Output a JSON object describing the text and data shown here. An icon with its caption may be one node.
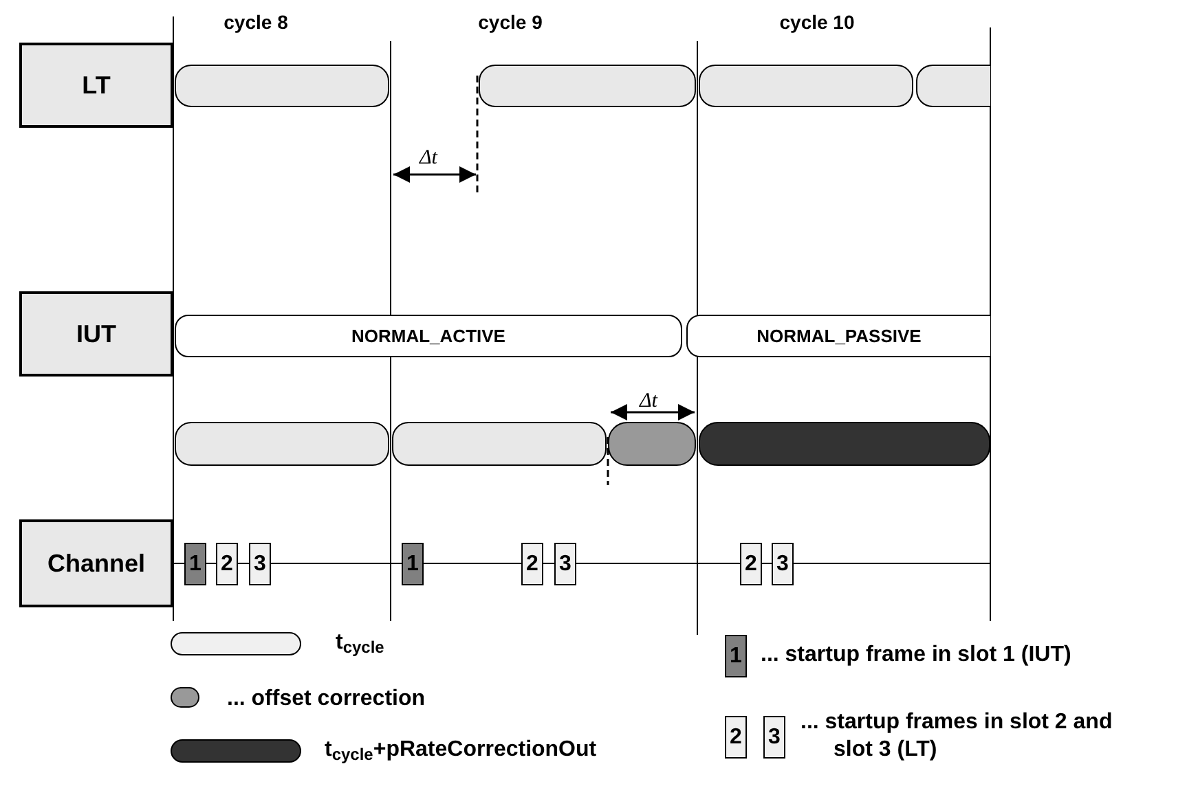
{
  "diagram": {
    "nodes": [
      {
        "text": [
          "LT"
        ]
      },
      {
        "text": [
          "IUT"
        ]
      },
      {
        "text": [
          "Channel"
        ]
      },
      {
        "text": [],
        "shape": "bar"
      },
      {
        "text": [],
        "shape": "bar"
      },
      {
        "text": [],
        "shape": "bar"
      },
      {
        "text": [],
        "shape": "bar"
      },
      {
        "text": [
          "NORMAL_ACTIVE"
        ]
      },
      {
        "text": [
          "NORMAL_PASSIVE"
        ]
      },
      {
        "text": [],
        "shape": "bar"
      },
      {
        "text": [],
        "shape": "bar"
      },
      {
        "text": [],
        "shape": "bar"
      },
      {
        "text": [],
        "shape": "bar"
      },
      {
        "text": [
          "1"
        ]
      },
      {
        "text": [
          "2"
        ]
      },
      {
        "text": [
          "3"
        ]
      },
      {
        "text": [
          "1"
        ]
      },
      {
        "text": [
          "2"
        ]
      },
      {
        "text": [
          "3"
        ]
      },
      {
        "text": [
          "2"
        ]
      },
      {
        "text": [
          "3"
        ]
      },
      {
        "text": [],
        "shape": "bar"
      },
      {
        "text": [],
        "shape": "circle"
      },
      {
        "text": [],
        "shape": "bar"
      }
    ],
    "labels": [
      "cycle 8",
      "cycle 9",
      "cycle 10",
      "Δt",
      "Δt",
      "1",
      "2",
      "3"
    ],
    "legend": [
      {
        "text": "t$_{cycle}$"
      },
      {
        "text": "... offset correction"
      },
      {
        "text": "t$_{cycle}$+pRateCorrectionOut"
      },
      {
        "text": "... startup frame in slot 1 (IUT)"
      },
      {
        "text": "... startup frames in slot 2 and slot 3 (LT)"
      }
    ]
  }
}
